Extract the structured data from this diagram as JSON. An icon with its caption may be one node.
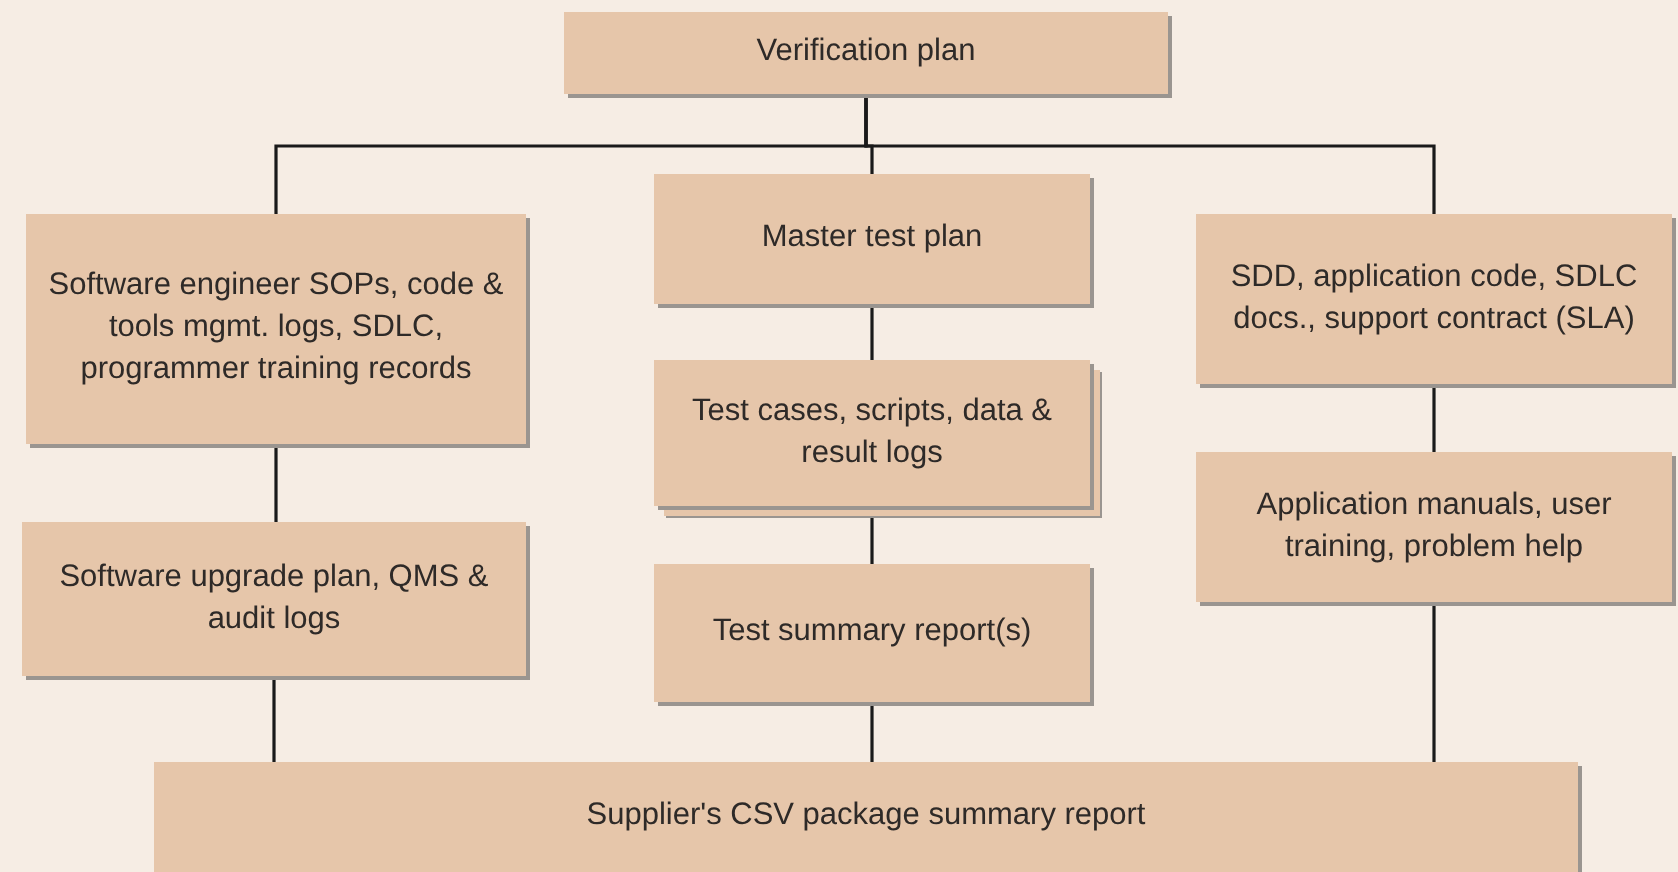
{
  "diagram": {
    "nodes": [
      {
        "text": [
          "Verification plan"
        ]
      },
      {
        "text": [
          "Software engineer SOPs, code & tools mgmt. logs, SDLC, programmer training records"
        ]
      },
      {
        "text": [
          "Master test plan"
        ]
      },
      {
        "text": [
          "SDD, application code, SDLC docs., support contract (SLA)"
        ]
      },
      {
        "text": [
          "Test cases, scripts, data & result logs"
        ]
      },
      {
        "text": [
          "Software upgrade plan, QMS & audit logs"
        ]
      },
      {
        "text": [
          "Application manuals, user training, problem help"
        ]
      },
      {
        "text": [
          "Test summary report(s)"
        ]
      },
      {
        "text": [
          "Supplier's CSV package summary report"
        ]
      }
    ],
    "edges": [
      {
        "from": 0,
        "to": 1,
        "arrow": "none"
      },
      {
        "from": 0,
        "to": 2,
        "arrow": "none"
      },
      {
        "from": 0,
        "to": 3,
        "arrow": "none"
      },
      {
        "from": 2,
        "to": 4,
        "arrow": "none"
      },
      {
        "from": 4,
        "to": 7,
        "arrow": "none"
      },
      {
        "from": 1,
        "to": 5,
        "arrow": "none"
      },
      {
        "from": 3,
        "to": 6,
        "arrow": "none"
      },
      {
        "from": 5,
        "to": 8,
        "arrow": "none"
      },
      {
        "from": 7,
        "to": 8,
        "arrow": "none"
      },
      {
        "from": 6,
        "to": 8,
        "arrow": "none"
      }
    ]
  }
}
